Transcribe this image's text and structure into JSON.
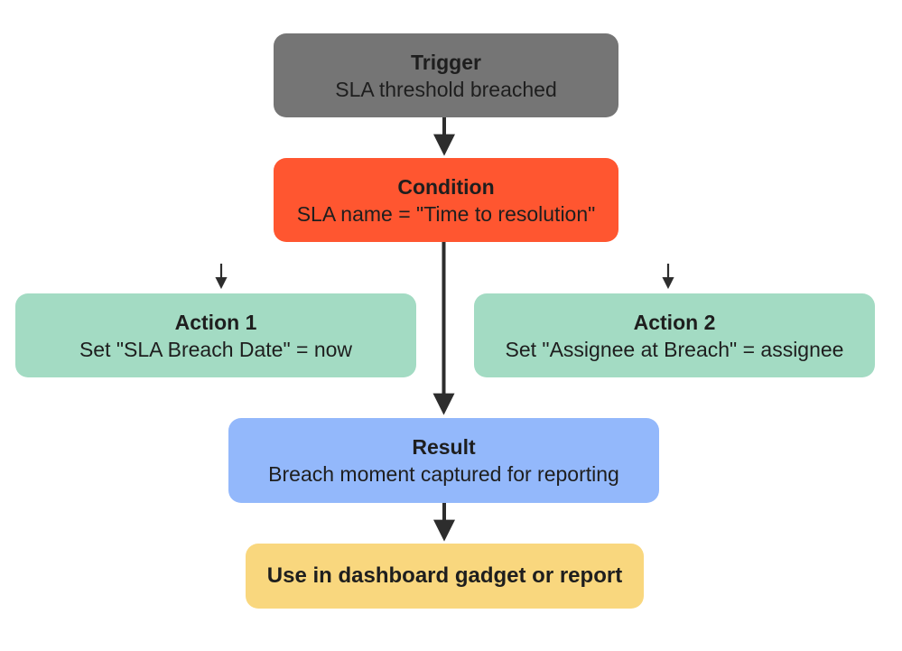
{
  "diagram": {
    "arrow_color": "#2d2d2d",
    "text_color": "#1e1e1e",
    "nodes": {
      "trigger": {
        "title": "Trigger",
        "subtitle": "SLA threshold breached",
        "color": "#757575"
      },
      "condition": {
        "title": "Condition",
        "subtitle": "SLA name = \"Time to resolution\"",
        "color": "#FF5630"
      },
      "action1": {
        "title": "Action 1",
        "subtitle": "Set \"SLA Breach Date\" = now",
        "color": "#A3DBC3"
      },
      "action2": {
        "title": "Action 2",
        "subtitle": "Set \"Assignee at Breach\" = assignee",
        "color": "#A3DBC3"
      },
      "result": {
        "title": "Result",
        "subtitle": "Breach moment captured for reporting",
        "color": "#93B8FB"
      },
      "usage": {
        "title": "Use in dashboard gadget or report",
        "color": "#F9D77E"
      }
    }
  }
}
